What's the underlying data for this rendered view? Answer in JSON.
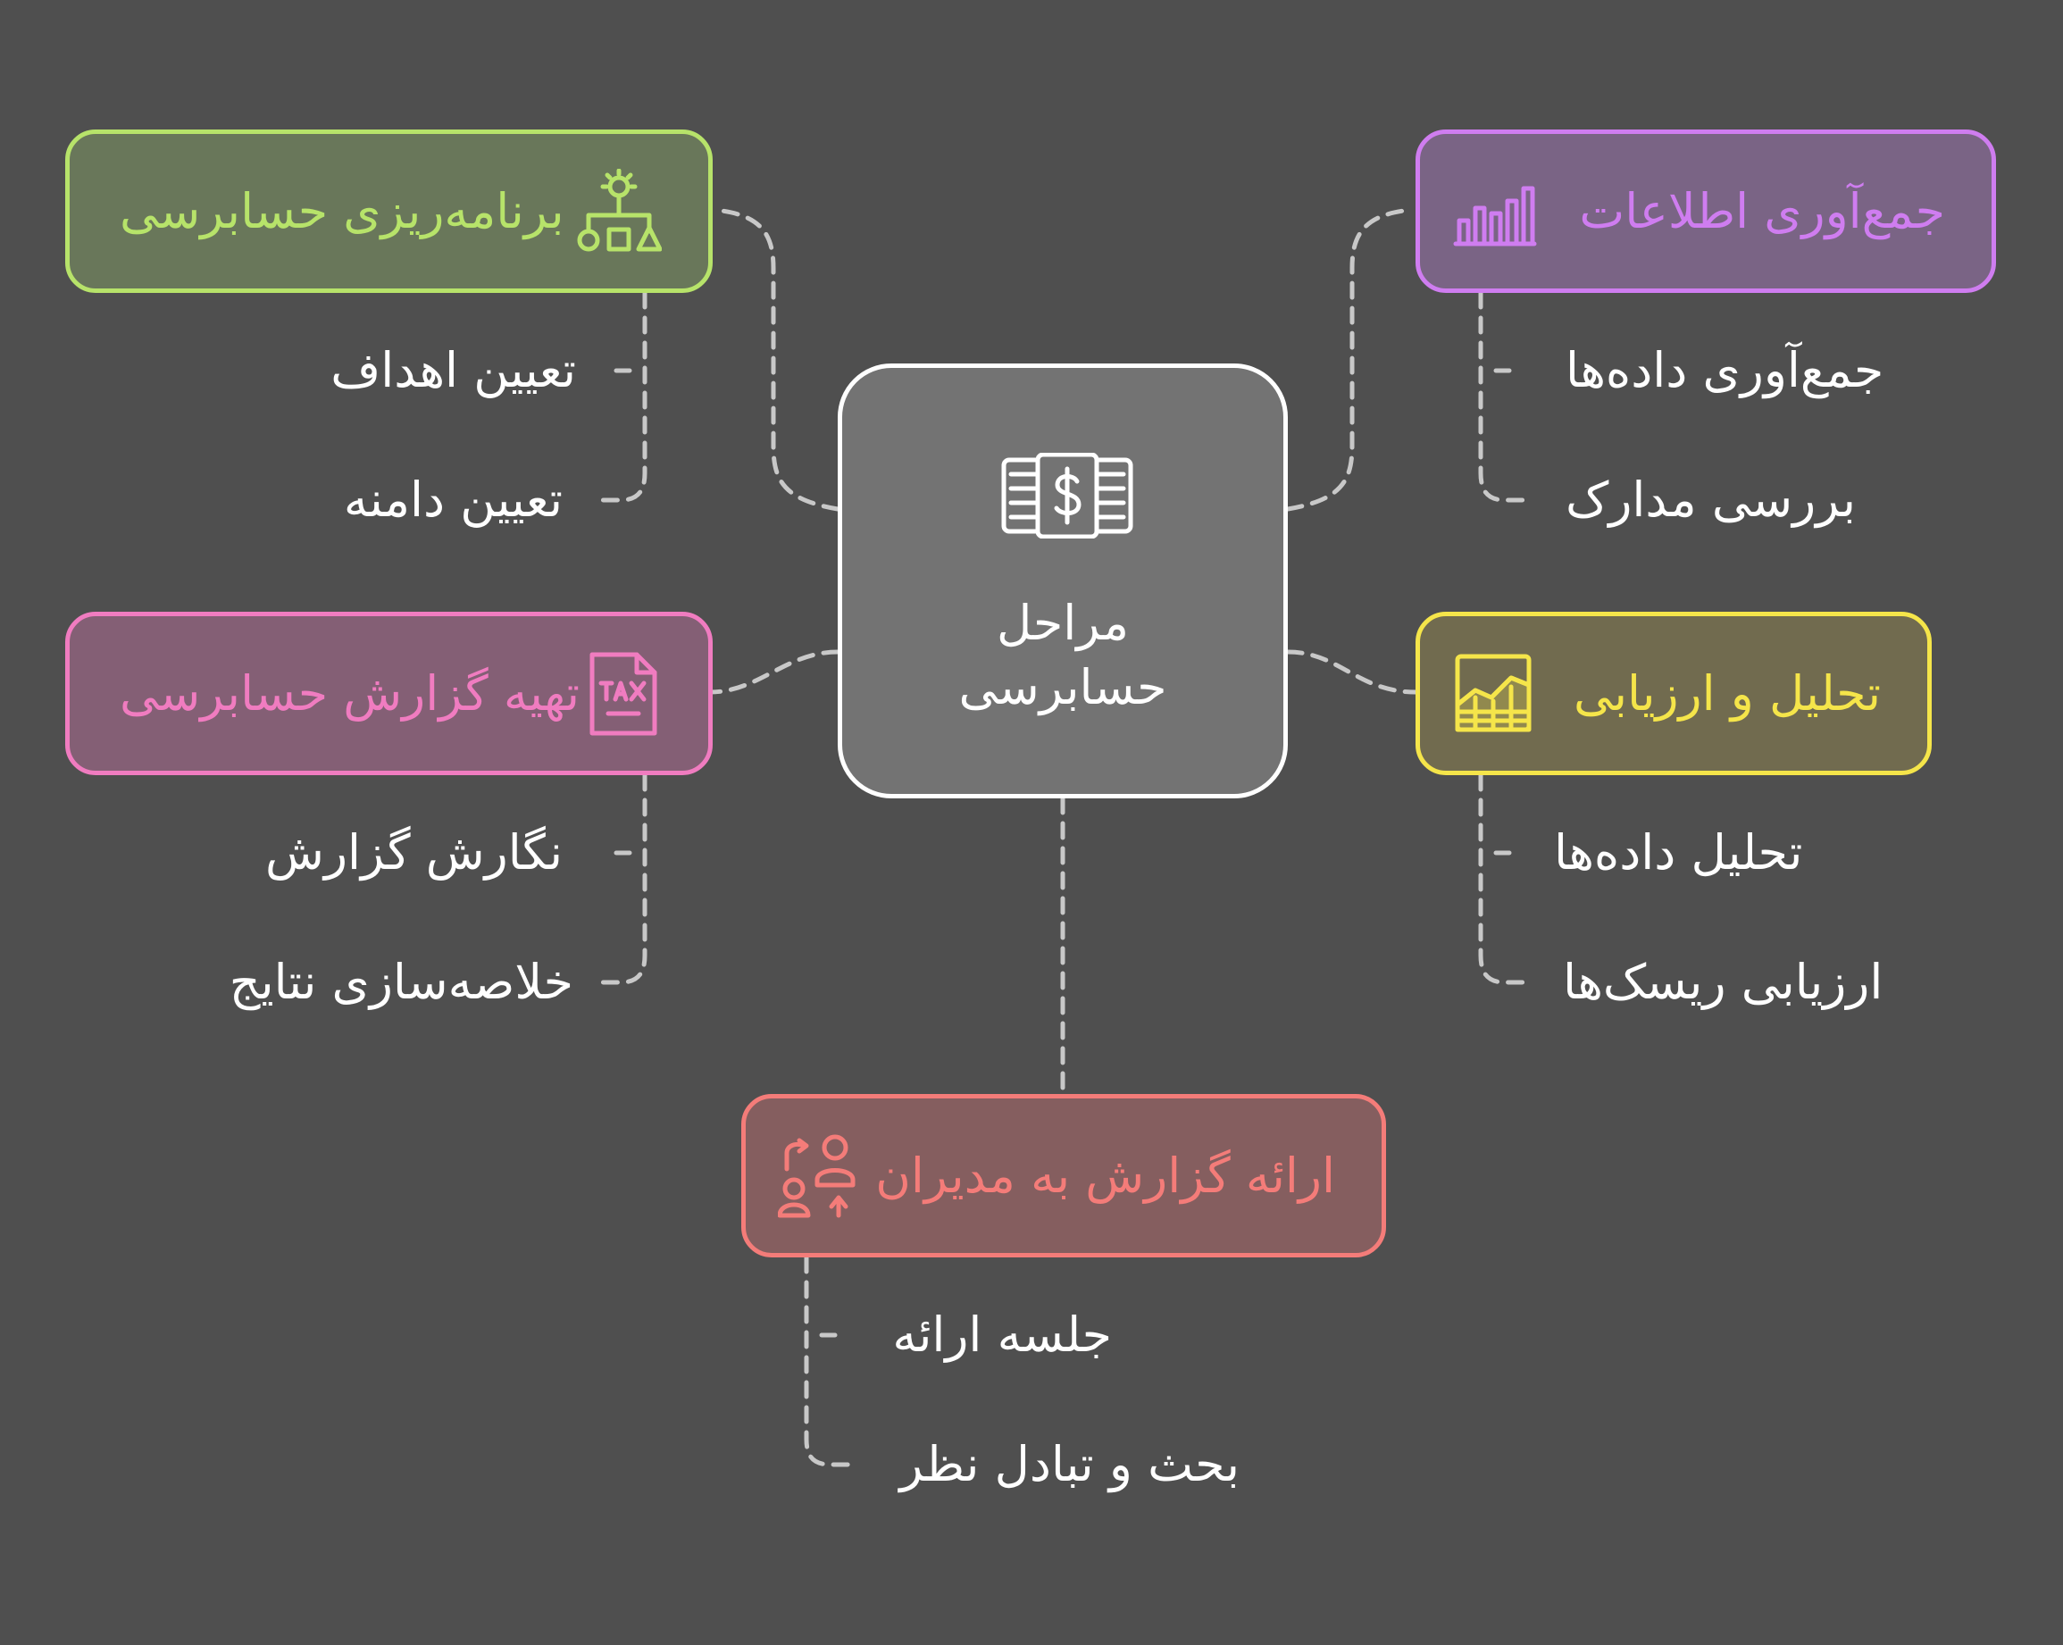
{
  "center": {
    "title_line1": "مراحل",
    "title_line2": "حسابرسی",
    "icon": "money-document-icon"
  },
  "branches": [
    {
      "id": "planning",
      "label": "برنامه‌ریزی حسابرسی",
      "color": "#b7e36a",
      "fill": "#69775a",
      "icon": "hierarchy-bulb-icon",
      "items": [
        "تعیین اهداف",
        "تعیین دامنه"
      ]
    },
    {
      "id": "collection",
      "label": "جمع‌آوری اطلاعات",
      "color": "#cf7df0",
      "fill": "#7a6485",
      "icon": "bar-chart-icon",
      "items": [
        "جمع‌آوری داده‌ها",
        "بررسی مدارک"
      ]
    },
    {
      "id": "reporting",
      "label": "تهیه گزارش حسابرسی",
      "color": "#f07cc0",
      "fill": "#845f75",
      "icon": "tax-document-icon",
      "items": [
        "نگارش گزارش",
        "خلاصه‌سازی نتایج"
      ]
    },
    {
      "id": "analysis",
      "label": "تحلیل و ارزیابی",
      "color": "#f5e54a",
      "fill": "#716b4f",
      "icon": "growth-chart-icon",
      "items": [
        "تحلیل داده‌ها",
        "ارزیابی ریسک‌ها"
      ]
    },
    {
      "id": "presentation",
      "label": "ارائه گزارش به مدیران",
      "color": "#f47c79",
      "fill": "#855e5f",
      "icon": "people-exchange-icon",
      "items": [
        "جلسه ارائه",
        "بحث و تبادل نظر"
      ]
    }
  ]
}
